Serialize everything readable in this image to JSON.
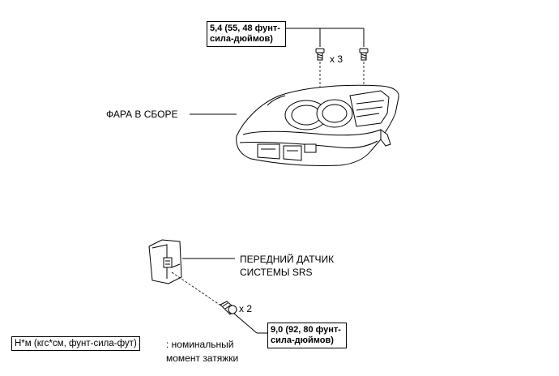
{
  "torque_top": {
    "line1": "5,4 (55, 48 фунт-",
    "line2": "сила-дюймов)"
  },
  "torque_bottom": {
    "line1": "9,0 (92, 80 фунт-",
    "line2": "сила-дюймов)"
  },
  "qty_top": "x 3",
  "qty_bottom": "x 2",
  "label_headlamp": "ФАРА В СБОРЕ",
  "label_sensor": {
    "line1": "ПЕРЕДНИЙ ДАТЧИК",
    "line2": "СИСТЕМЫ SRS"
  },
  "legend": {
    "unit": "Н*м (кгс*см, фунт-сила-фут)",
    "desc1": ": номинальный",
    "desc2": "момент затяжки"
  }
}
